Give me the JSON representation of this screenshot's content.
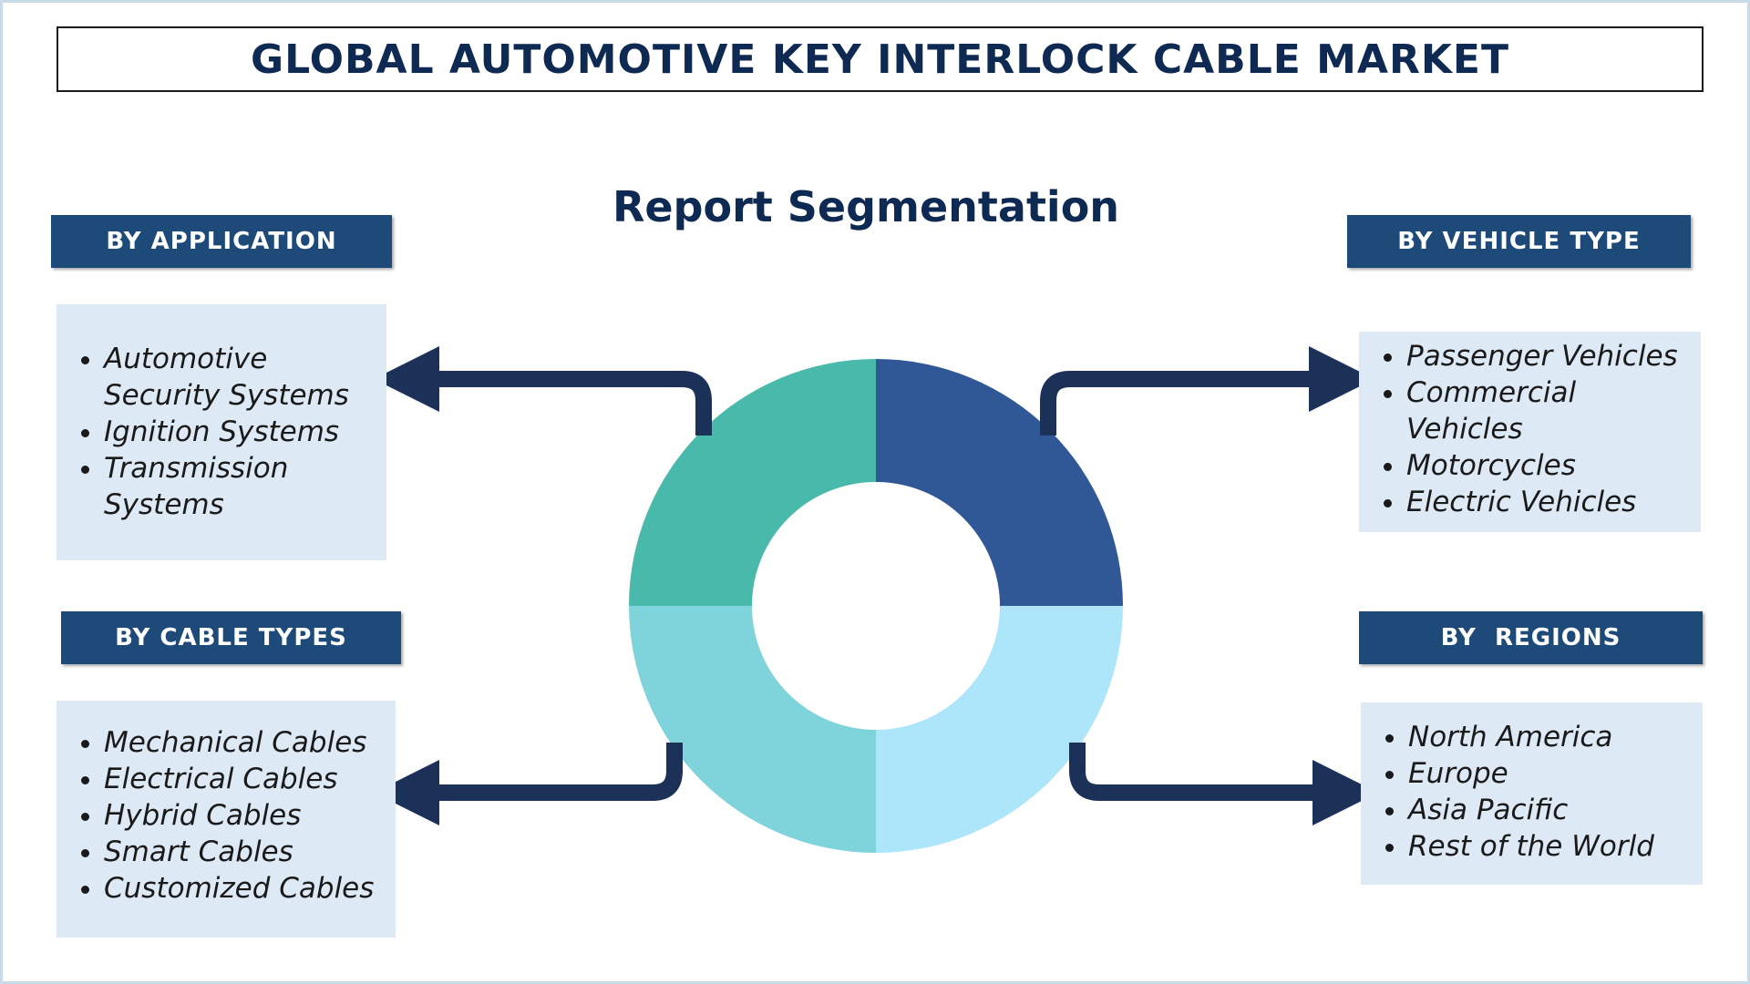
{
  "title": "GLOBAL AUTOMOTIVE KEY INTERLOCK CABLE MARKET",
  "subtitle": "Report Segmentation",
  "colors": {
    "header_bg": "#1d4a79",
    "box_bg": "#dde9f5",
    "arrow": "#1b3158",
    "title_text": "#0f2a52",
    "donut_top_right": "#315896",
    "donut_top_left": "#48b9ab",
    "donut_bottom_left": "#7fd3da",
    "donut_bottom_right": "#ade6fb"
  },
  "segments": {
    "application": {
      "header": "BY APPLICATION",
      "items": [
        "Automotive Security Systems",
        "Ignition Systems",
        "Transmission Systems"
      ]
    },
    "vehicle_type": {
      "header": "BY VEHICLE TYPE",
      "items": [
        "Passenger Vehicles",
        "Commercial Vehicles",
        "Motorcycles",
        "Electric Vehicles"
      ]
    },
    "cable_types": {
      "header": "BY CABLE TYPES",
      "items": [
        "Mechanical Cables",
        "Electrical Cables",
        "Hybrid Cables",
        "Smart Cables",
        "Customized Cables"
      ]
    },
    "regions": {
      "header": "BY  REGIONS",
      "items": [
        "North America",
        "Europe",
        "Asia Pacific",
        "Rest of the World"
      ]
    }
  }
}
